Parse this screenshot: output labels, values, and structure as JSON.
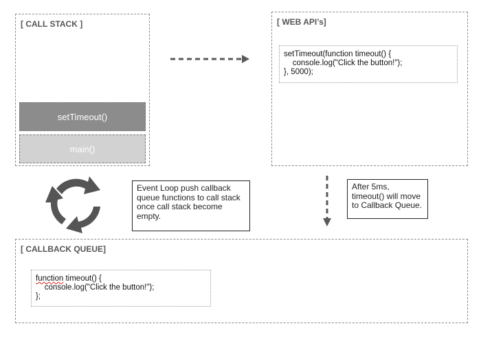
{
  "call_stack": {
    "title": "[ CALL STACK ]",
    "frames": [
      "setTimeout()",
      "main()"
    ]
  },
  "web_apis": {
    "title": "[ WEB API’s]",
    "code": [
      "setTimeout(function timeout() {",
      "    console.log(\"Click the button!\");",
      "}, 5000);"
    ]
  },
  "callback_queue": {
    "title": "[ CALLBACK QUEUE]",
    "code": {
      "line1_keyword": "function",
      "line1_rest": " timeout() {",
      "line2": "    console.log(\"Click the button!\");",
      "line3": "};"
    }
  },
  "notes": {
    "event_loop": "Event Loop push callback queue functions to call stack once call stack become empty.",
    "timeout": "After 5ms, timeout() will move to Callback Queue."
  },
  "colors": {
    "frame_dark": "#8c8c8c",
    "frame_light": "#d2d2d2",
    "arrow": "#5a5a5a",
    "loop_icon": "#555555"
  },
  "icons": {
    "event_loop": "circular-arrows-icon"
  }
}
